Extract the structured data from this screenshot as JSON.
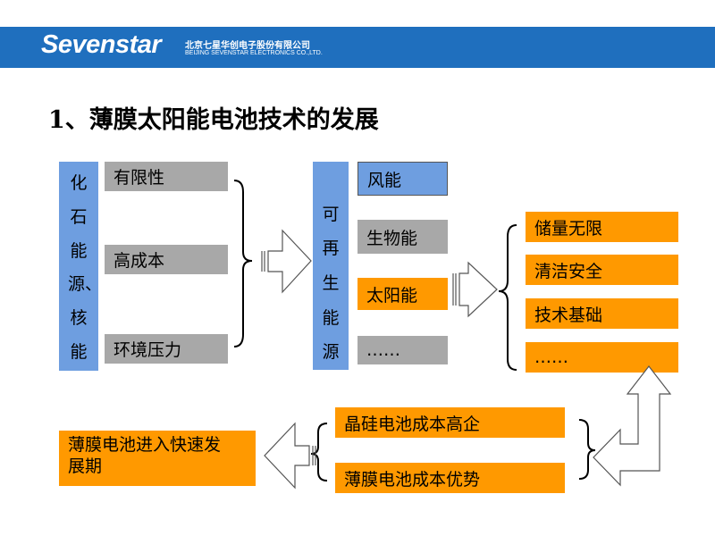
{
  "header": {
    "brand": "Sevenstar",
    "company_cn": "北京七星华创电子股份有限公司",
    "company_en": "BEIJING SEVENSTAR ELECTRONICS CO.,LTD."
  },
  "slide": {
    "title": "1、薄膜太阳能电池技术的发展"
  },
  "fossil": {
    "column": [
      "化",
      "石",
      "能",
      "源、",
      "核",
      "能"
    ],
    "items": [
      "有限性",
      "高成本",
      "环境压力"
    ]
  },
  "renewable": {
    "column": [
      "可",
      "再",
      "生",
      "能",
      "源"
    ],
    "items": [
      "风能",
      "生物能",
      "太阳能",
      "……"
    ]
  },
  "advantages": {
    "items": [
      "储量无限",
      "清洁安全",
      "技术基础",
      "……"
    ]
  },
  "thin_film": {
    "crystalline": "晶硅电池成本高企",
    "advantage": "薄膜电池成本优势",
    "result_line1": "薄膜电池进入快速发",
    "result_line2": "展期"
  },
  "colors": {
    "header": "#1f6fbe",
    "blue_box": "#6e9ee0",
    "grey_box": "#a8a8a8",
    "orange_box": "#ff9900"
  }
}
